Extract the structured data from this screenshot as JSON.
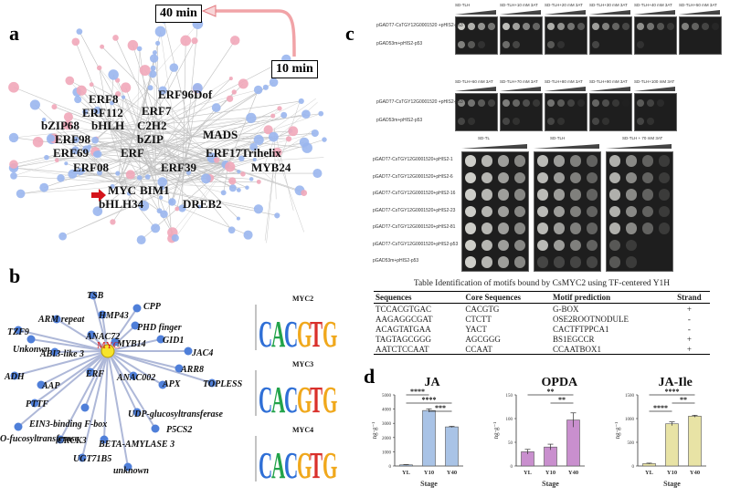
{
  "panels": {
    "a": "a",
    "b": "b",
    "c": "c",
    "d": "d"
  },
  "panel_a": {
    "time_top": "40 min",
    "time_bottom": "10 min",
    "genes": [
      "ERF8",
      "ERF96",
      "Dof",
      "ERF112",
      "ERF7",
      "bZIP68",
      "bHLH",
      "C2H2",
      "MADS",
      "ERF98",
      "bZIP",
      "Trihelix",
      "ERF69",
      "ERF",
      "ERF17",
      "MYB24",
      "ERF08",
      "ERF39",
      "MYC",
      "BIM1",
      "bHLH34",
      "DREB2"
    ]
  },
  "panel_b": {
    "center": "MYC",
    "neighbors": [
      "TSB",
      "ARM repeat",
      "CPP",
      "HMP43",
      "TZF9",
      "PHD finger",
      "ANAC72",
      "Unkonwn",
      "MYB14",
      "GID1",
      "ABI3-like 3",
      "JAC4",
      "ADH",
      "ARR8",
      "AAP",
      "ERF",
      "ANAC002",
      "APX",
      "TOPLESS",
      "PTTF",
      "EIN3-binding F-box",
      "UDP-glucosyltransferase",
      "O-fucosyltransferase",
      "P5CS2",
      "CRCK3",
      "BETA-AMYLASE 3",
      "UGT71B5",
      "unknown"
    ],
    "logos": [
      "MYC2",
      "MYC3",
      "MYC4"
    ],
    "logo_seq": [
      "C",
      "A",
      "C",
      "G",
      "T",
      "G"
    ]
  },
  "panel_c": {
    "row1_headers": [
      "SD-TLH",
      "SD-TLH+10 mM 3AT",
      "SD-TLH+20 mM 3AT",
      "SD-TLH+30 mM 3AT",
      "SD-TLH+40 mM 3AT",
      "SD-TLH+50 mM 3AT"
    ],
    "row2_headers": [
      "SD-TLH+60 mM 3AT",
      "SD-TLH+70 mM 3AT",
      "SD-TLH+80 mM 3AT",
      "SD-TLH+90 mM 3AT",
      "SD-TLH+100 mM 3AT"
    ],
    "row_labels": [
      "pGADT7-CsTGY12G0001520 +pHIS2-p53",
      "pGAD53m+pHIS2-p53"
    ],
    "big_headers": [
      "SD-TL",
      "SD-TLH",
      "SD-TLH + 70 mM 3AT"
    ],
    "big_rows": [
      "pGADT7-CsTGY12G0001520+pHIS2-1",
      "pGADT7-CsTGY12G0001520+pHIS2-6",
      "pGADT7-CsTGY12G0001520+pHIS2-16",
      "pGADT7-CsTGY12G0001520+pHIS2-23",
      "pGADT7-CsTGY12G0001520+pHIS2-81",
      "pGADT7-CsTGY12G0001520+pHIS2-p53",
      "pGAD53m+pHIS2-p53"
    ]
  },
  "table": {
    "title": "Table      Identification of motifs bound by CsMYC2 using TF-centered Y1H",
    "headers": [
      "Sequences",
      "Core Sequences",
      "Motif prediction",
      "Strand"
    ],
    "rows": [
      [
        "TCCACGTGAC",
        "CACGTG",
        "G-BOX",
        "+"
      ],
      [
        "AAGAGGCGAT",
        "CTCTT",
        "OSE2ROOTNODULE",
        "-"
      ],
      [
        "ACAGTATGAA",
        "YACT",
        "CACTFTPPCA1",
        "-"
      ],
      [
        "TAGTAGCGGG",
        "AGCGGG",
        "BS1EGCCR",
        "+"
      ],
      [
        "AATCTCCAAT",
        "CCAAT",
        "CCAATBOX1",
        "+"
      ]
    ]
  },
  "chart_data": [
    {
      "type": "bar",
      "title": "JA",
      "categories": [
        "YL",
        "Y10",
        "Y40"
      ],
      "values": [
        80,
        3900,
        2750
      ],
      "errors": [
        20,
        120,
        40
      ],
      "ylim": [
        0,
        5000
      ],
      "yticks": [
        0,
        1000,
        2000,
        3000,
        4000,
        5000
      ],
      "ylabel": "ng·g⁻¹",
      "xlabel": "Stage",
      "color": "#a9c3e6",
      "sig": [
        {
          "from": 0,
          "to": 1,
          "label": "****"
        },
        {
          "from": 0,
          "to": 2,
          "label": "****"
        },
        {
          "from": 1,
          "to": 2,
          "label": "***"
        }
      ]
    },
    {
      "type": "bar",
      "title": "OPDA",
      "categories": [
        "YL",
        "Y10",
        "Y40"
      ],
      "values": [
        30,
        40,
        97
      ],
      "errors": [
        5,
        6,
        15
      ],
      "ylim": [
        0,
        150
      ],
      "yticks": [
        0,
        50,
        100,
        150
      ],
      "ylabel": "ng·g⁻¹",
      "xlabel": "Stage",
      "color": "#c98fce",
      "sig": [
        {
          "from": 0,
          "to": 2,
          "label": "**"
        },
        {
          "from": 1,
          "to": 2,
          "label": "**"
        }
      ]
    },
    {
      "type": "bar",
      "title": "JA-Ile",
      "categories": [
        "YL",
        "Y10",
        "Y40"
      ],
      "values": [
        50,
        890,
        1050
      ],
      "errors": [
        10,
        40,
        20
      ],
      "ylim": [
        0,
        1500
      ],
      "yticks": [
        0,
        500,
        1000,
        1500
      ],
      "ylabel": "ng·g⁻¹",
      "xlabel": "Stage",
      "color": "#e8e3a5",
      "sig": [
        {
          "from": 0,
          "to": 2,
          "label": "****"
        },
        {
          "from": 1,
          "to": 2,
          "label": "**"
        },
        {
          "from": 0,
          "to": 1,
          "label": "****"
        }
      ]
    }
  ]
}
